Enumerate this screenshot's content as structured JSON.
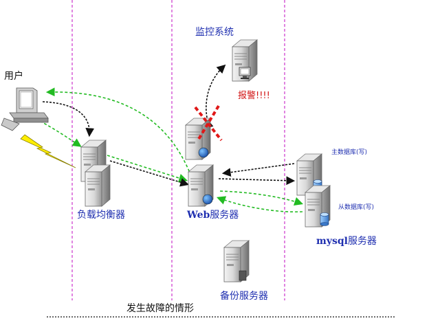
{
  "labels": {
    "user": "用户",
    "load_balancer": "负载均衡器",
    "monitor": "监控系统",
    "alarm": "报警!!!!",
    "web_prefix": "Web",
    "web_suffix": "服务器",
    "master_db": "主数据库(写)",
    "slave_db": "从数据库(写)",
    "mysql_prefix": "mysql",
    "mysql_suffix": "服务器",
    "backup": "备份服务器",
    "caption": "发生故障的情形"
  },
  "colors": {
    "zone_divider": "#cc33cc",
    "black_arrow": "#111111",
    "green_arrow": "#33cc33",
    "failure_mark": "#e01818",
    "lightning": "#ffee00",
    "label_blue": "#1f2fb0"
  },
  "icons": [
    "pc-icon",
    "server-icon",
    "globe-icon",
    "database-icon",
    "monitor-icon",
    "lightning-icon",
    "failure-x-icon"
  ]
}
